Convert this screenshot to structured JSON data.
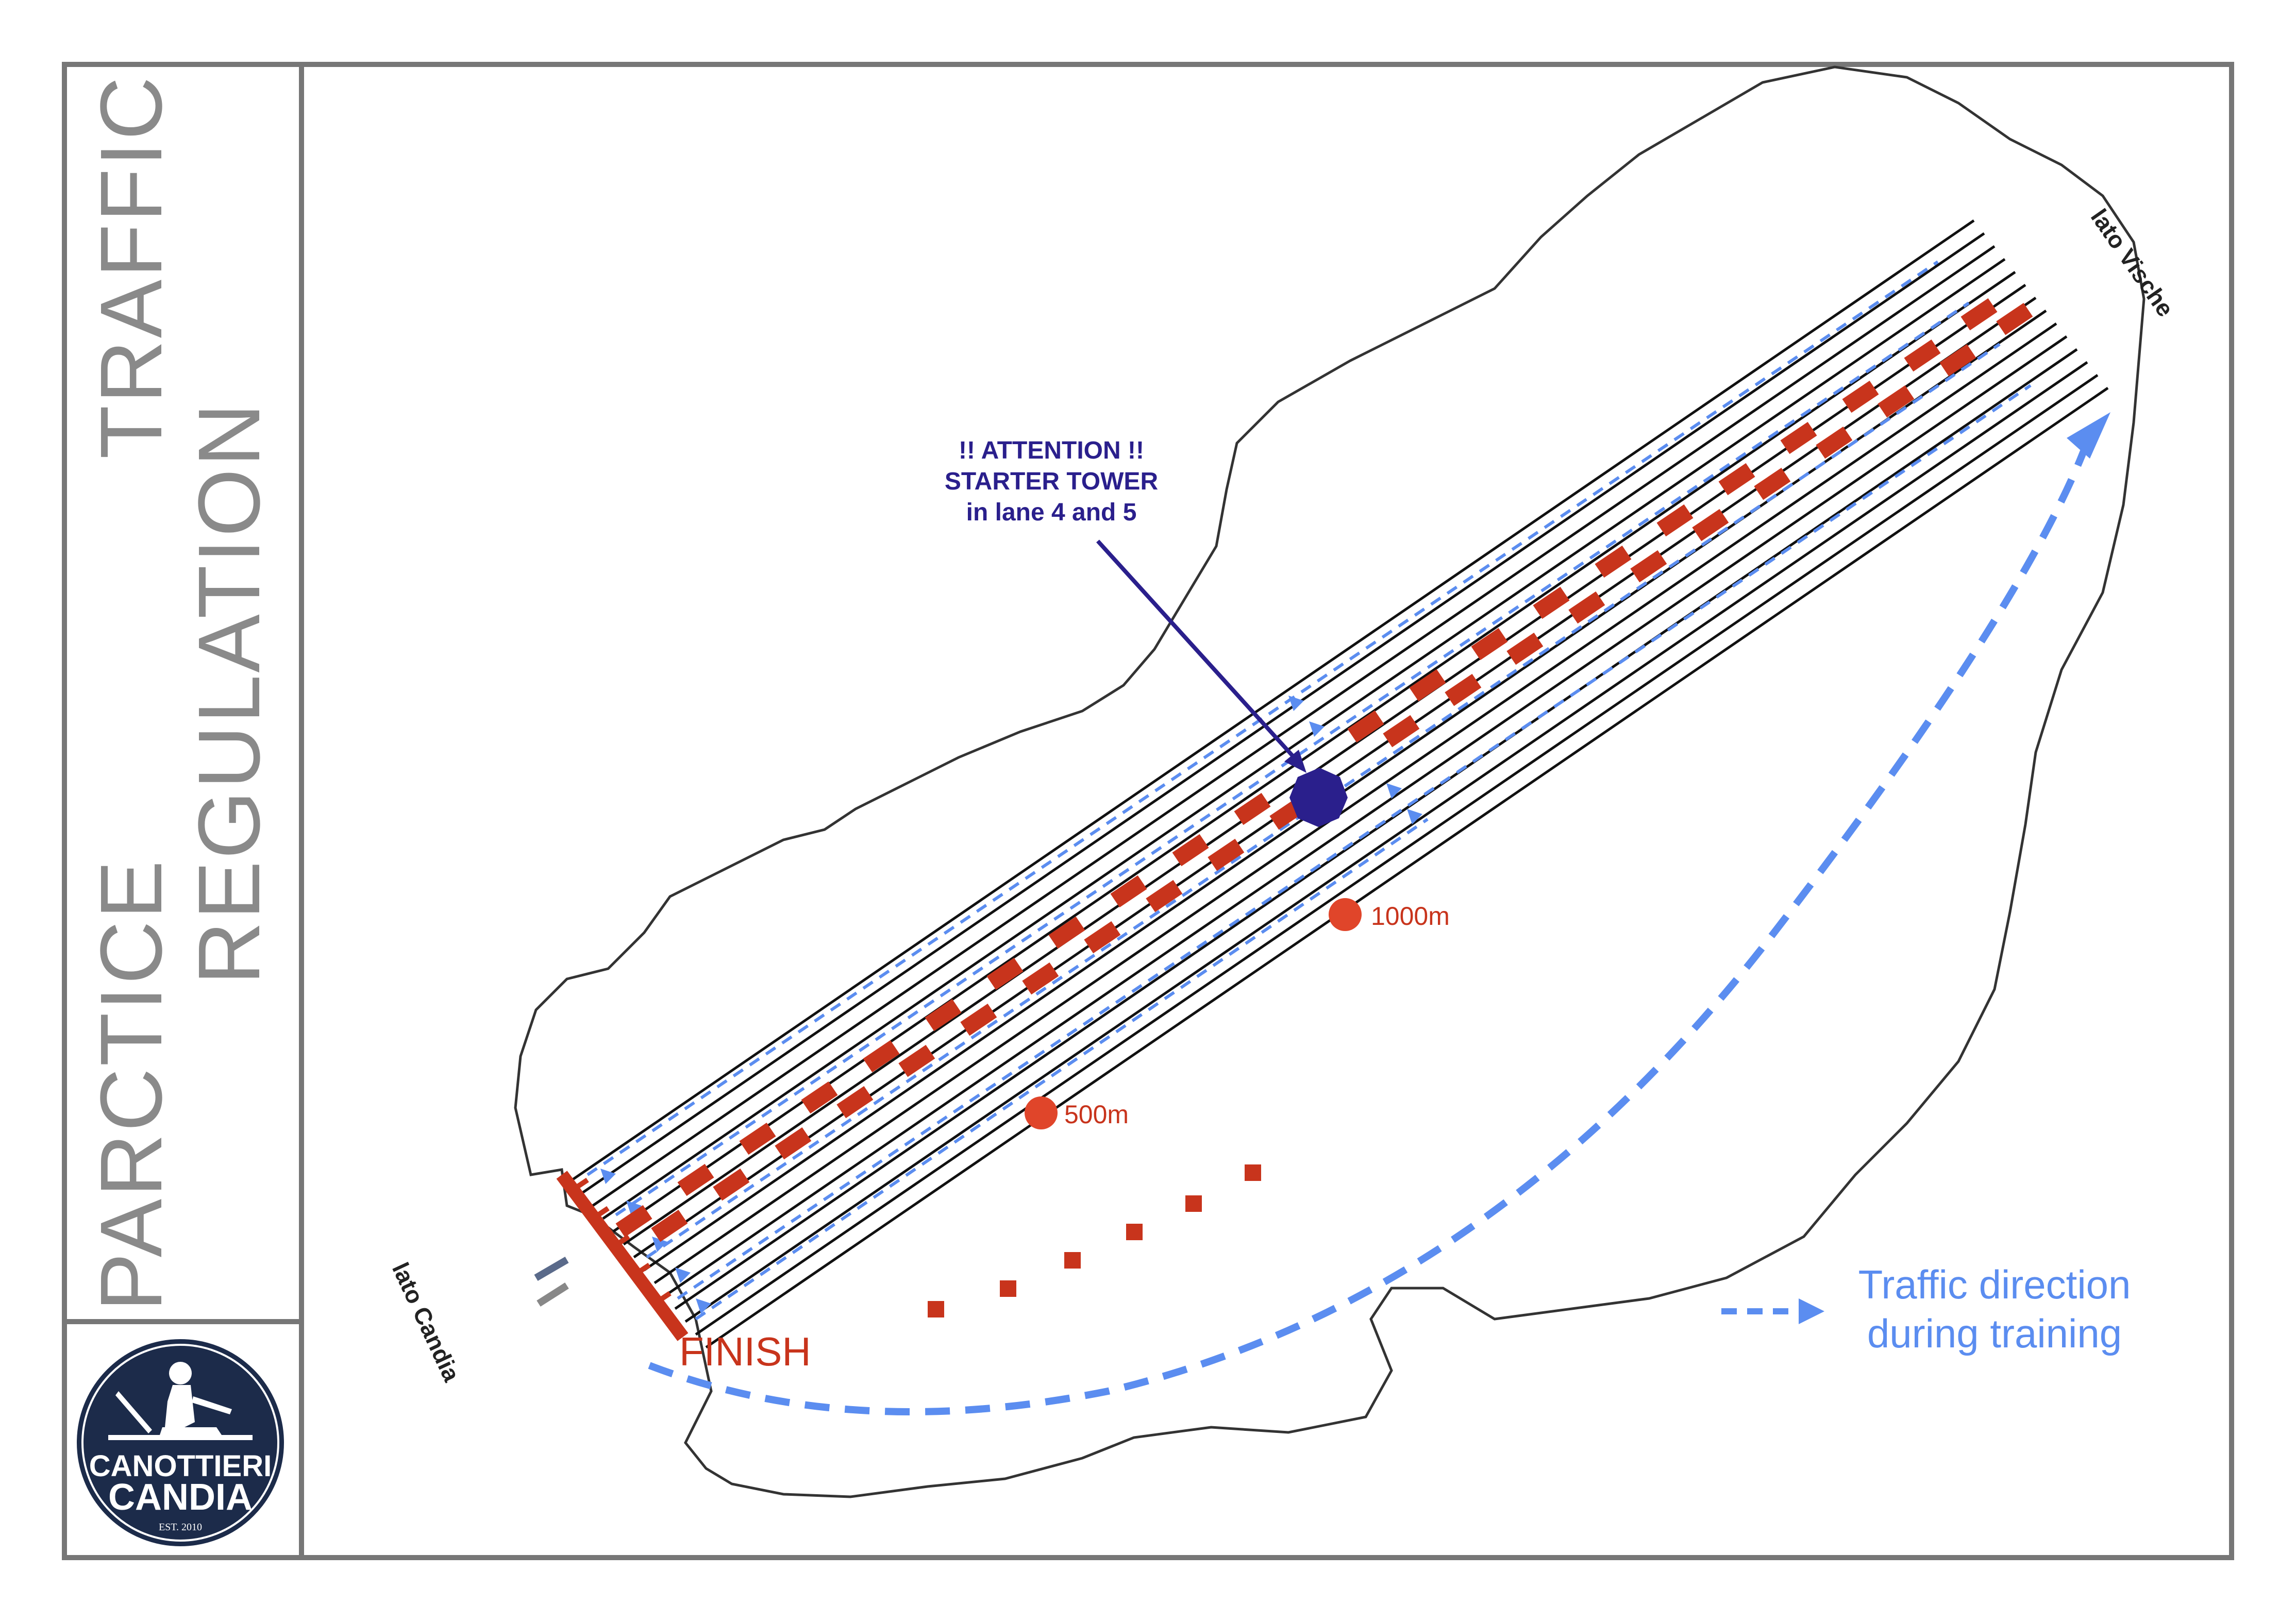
{
  "title": {
    "line1": "PARCTICE    TRAFFIC",
    "line2": "REGULATION"
  },
  "attention": {
    "line1": "!!  ATTENTION  !!",
    "line2": "STARTER TOWER",
    "line3": "in lane 4 and 5"
  },
  "labels": {
    "vische": "lato Vische",
    "candia": "lato Candia",
    "finish": "FINISH",
    "marker_1000": "1000m",
    "marker_500": "500m"
  },
  "legend": {
    "line1": "Traffic direction",
    "line2": "during training"
  },
  "logo": {
    "name_top": "CANOTTIERI",
    "name_bottom": "CANDIA",
    "est": "EST. 2010"
  },
  "colors": {
    "frame": "#777777",
    "title_text": "#8a8a8a",
    "finish_red": "#c8341c",
    "buoy_red": "#c8341c",
    "traffic_blue": "#5b8df0",
    "tower_navy": "#2a1f8c",
    "logo_navy": "#1c2b4a"
  }
}
